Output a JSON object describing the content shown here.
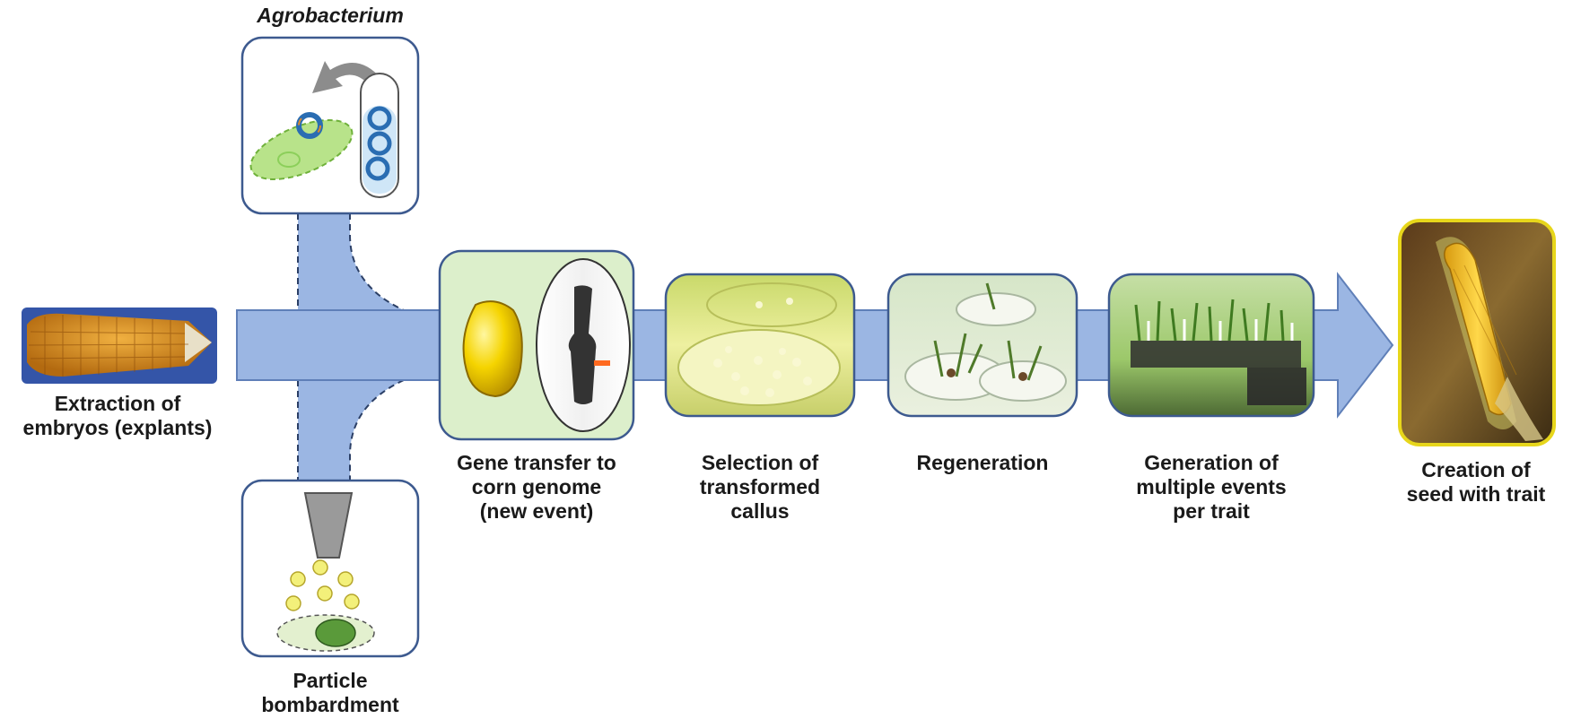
{
  "labels": {
    "agrobacterium": "Agrobacterium",
    "particle_bombardment": [
      "Particle",
      "bombardment"
    ],
    "extraction": [
      "Extraction of",
      "embryos (explants)"
    ],
    "gene_transfer": [
      "Gene transfer to",
      "corn genome",
      "(new event)"
    ],
    "selection": [
      "Selection of",
      "transformed",
      "callus"
    ],
    "regeneration": [
      "Regeneration"
    ],
    "generation": [
      "Generation of",
      "multiple events",
      "per trait"
    ],
    "creation": [
      "Creation of",
      "seed with trait"
    ]
  },
  "colors": {
    "arrow": "#9bb6e3",
    "arrow_stroke": "#5f7fb8",
    "panel_stroke": "#3d5a8f",
    "callus_tint": "#dfe68a",
    "final_border": "#e7d61b"
  }
}
